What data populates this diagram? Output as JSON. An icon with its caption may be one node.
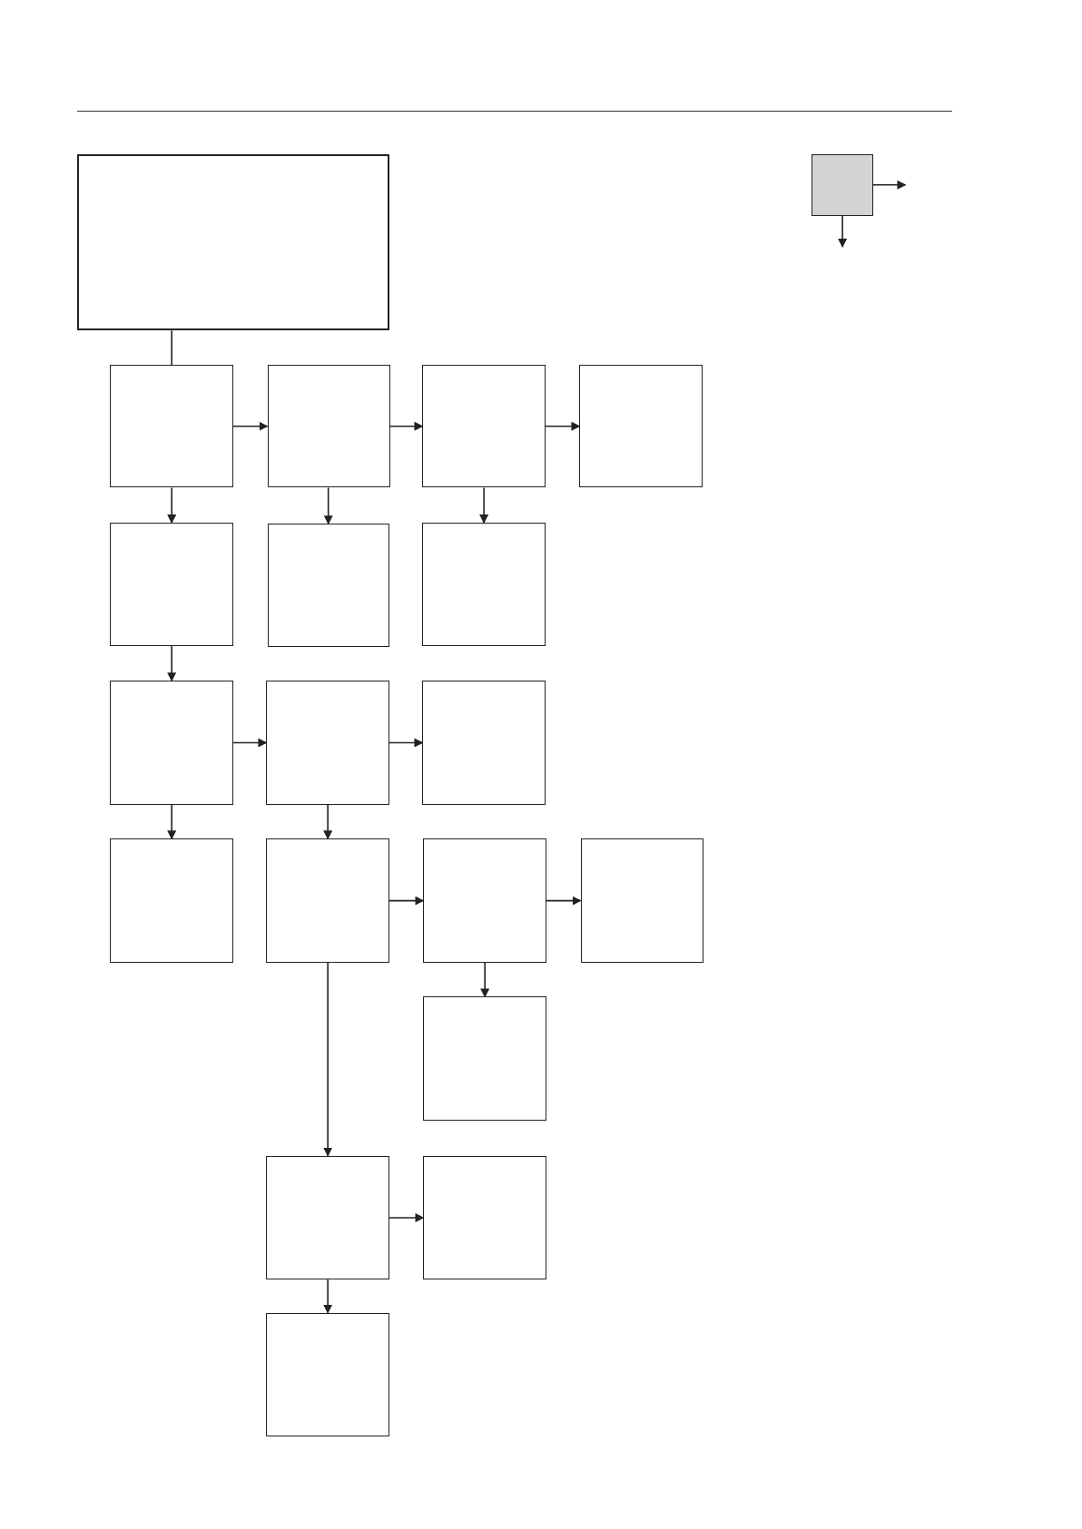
{
  "diagram": {
    "nodes": [
      {
        "text": [],
        "shape": "box"
      },
      {
        "text": [],
        "shape": "box"
      },
      {
        "text": [],
        "shape": "box"
      },
      {
        "text": [],
        "shape": "box"
      },
      {
        "text": [],
        "shape": "box"
      },
      {
        "text": [],
        "shape": "box"
      },
      {
        "text": [],
        "shape": "box"
      },
      {
        "text": [],
        "shape": "box"
      },
      {
        "text": [],
        "shape": "box"
      },
      {
        "text": [],
        "shape": "box"
      },
      {
        "text": [],
        "shape": "box"
      },
      {
        "text": [],
        "shape": "box"
      },
      {
        "text": [],
        "shape": "box"
      },
      {
        "text": [],
        "shape": "box"
      },
      {
        "text": [],
        "shape": "box"
      },
      {
        "text": [],
        "shape": "box"
      },
      {
        "text": [],
        "shape": "box"
      },
      {
        "text": [],
        "shape": "box"
      },
      {
        "text": [],
        "shape": "box"
      },
      {
        "text": [],
        "shape": "box"
      }
    ],
    "edges": [
      {
        "from": 0,
        "to": 2,
        "arrow": "none"
      },
      {
        "from": 1,
        "to": null,
        "arrow": "to"
      },
      {
        "from": 1,
        "to": null,
        "arrow": "to"
      },
      {
        "from": 2,
        "to": 3,
        "arrow": "to"
      },
      {
        "from": 3,
        "to": 4,
        "arrow": "to"
      },
      {
        "from": 4,
        "to": 5,
        "arrow": "to"
      },
      {
        "from": 2,
        "to": 6,
        "arrow": "to"
      },
      {
        "from": 3,
        "to": 7,
        "arrow": "to"
      },
      {
        "from": 4,
        "to": 8,
        "arrow": "to"
      },
      {
        "from": 6,
        "to": 9,
        "arrow": "to"
      },
      {
        "from": 9,
        "to": 10,
        "arrow": "to"
      },
      {
        "from": 10,
        "to": 11,
        "arrow": "to"
      },
      {
        "from": 9,
        "to": 12,
        "arrow": "to"
      },
      {
        "from": 10,
        "to": 13,
        "arrow": "to"
      },
      {
        "from": 13,
        "to": 14,
        "arrow": "to"
      },
      {
        "from": 14,
        "to": 15,
        "arrow": "to"
      },
      {
        "from": 14,
        "to": 16,
        "arrow": "to"
      },
      {
        "from": 13,
        "to": 17,
        "arrow": "to"
      },
      {
        "from": 17,
        "to": 18,
        "arrow": "to"
      },
      {
        "from": 17,
        "to": 19,
        "arrow": "to"
      }
    ]
  }
}
